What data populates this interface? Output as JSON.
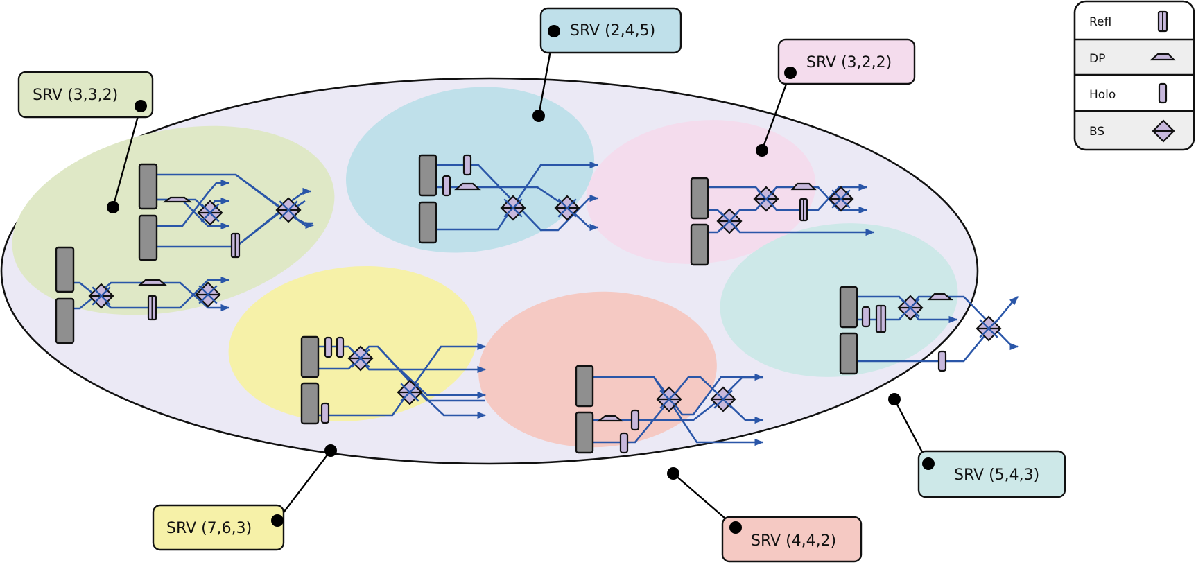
{
  "figure": {
    "universe_fill": "#ebe9f5",
    "beam_color": "#2a56a8",
    "component_fill": "#c7b8dc",
    "reflector_fill": "#8f8f8f"
  },
  "legend": {
    "items": [
      {
        "label": "Refl",
        "icon": "double-bar-icon",
        "row_fill": "#ffffff"
      },
      {
        "label": "DP",
        "icon": "trapezoid-icon",
        "row_fill": "#eeeeee"
      },
      {
        "label": "Holo",
        "icon": "single-bar-icon",
        "row_fill": "#ffffff"
      },
      {
        "label": "BS",
        "icon": "diamond-icon",
        "row_fill": "#eeeeee"
      }
    ]
  },
  "clusters": [
    {
      "id": "srv-332",
      "label": "SRV (3,3,2)",
      "fill": "#dfe8c6",
      "tag_fill": "#dfe8c6"
    },
    {
      "id": "srv-245",
      "label": "SRV (2,4,5)",
      "fill": "#bfe0ea",
      "tag_fill": "#bfe0ea"
    },
    {
      "id": "srv-322",
      "label": "SRV (3,2,2)",
      "fill": "#f4dced",
      "tag_fill": "#f4dced"
    },
    {
      "id": "srv-543",
      "label": "SRV (5,4,3)",
      "fill": "#cde8e8",
      "tag_fill": "#cde8e8"
    },
    {
      "id": "srv-763",
      "label": "SRV (7,6,3)",
      "fill": "#f6f1a8",
      "tag_fill": "#f6f1a8"
    },
    {
      "id": "srv-442",
      "label": "SRV (4,4,2)",
      "fill": "#f5c9c3",
      "tag_fill": "#f5c9c3"
    }
  ]
}
